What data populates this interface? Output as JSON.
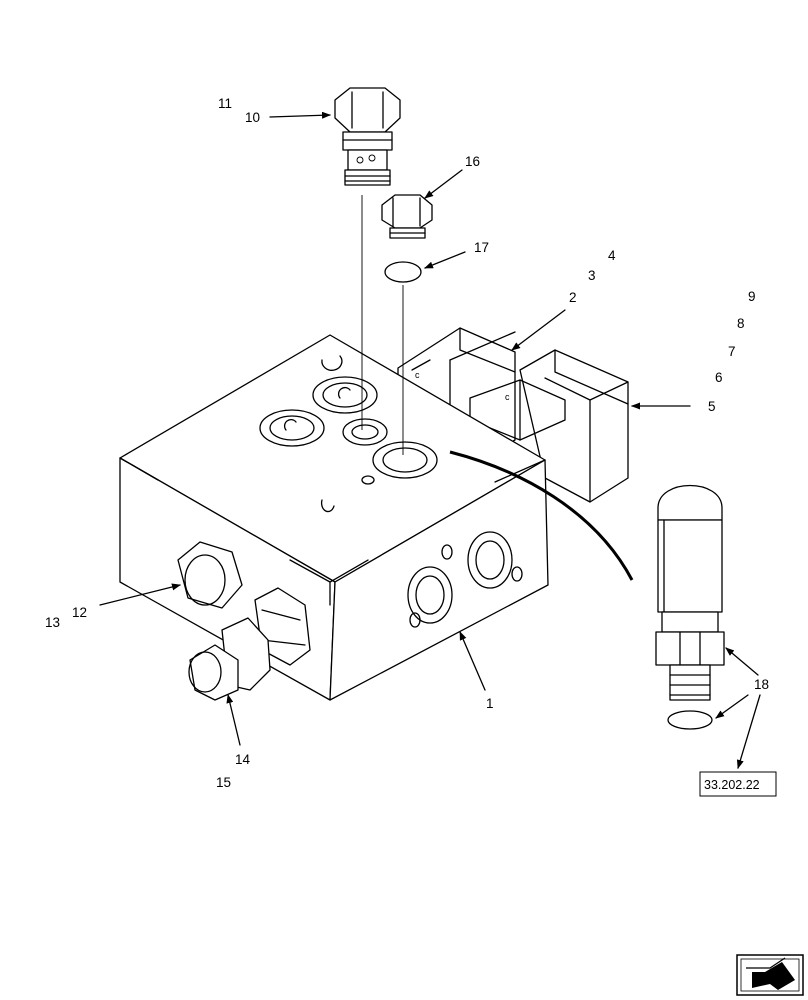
{
  "callouts": {
    "c1": "1",
    "c2": "2",
    "c3": "3",
    "c4": "4",
    "c5": "5",
    "c6": "6",
    "c7": "7",
    "c8": "8",
    "c9": "9",
    "c10": "10",
    "c11": "11",
    "c12": "12",
    "c13": "13",
    "c14": "14",
    "c15": "15",
    "c16": "16",
    "c17": "17",
    "c18": "18"
  },
  "reference_box": "33.202.22",
  "icons": {
    "nav": "next-page-arrow-icon"
  }
}
